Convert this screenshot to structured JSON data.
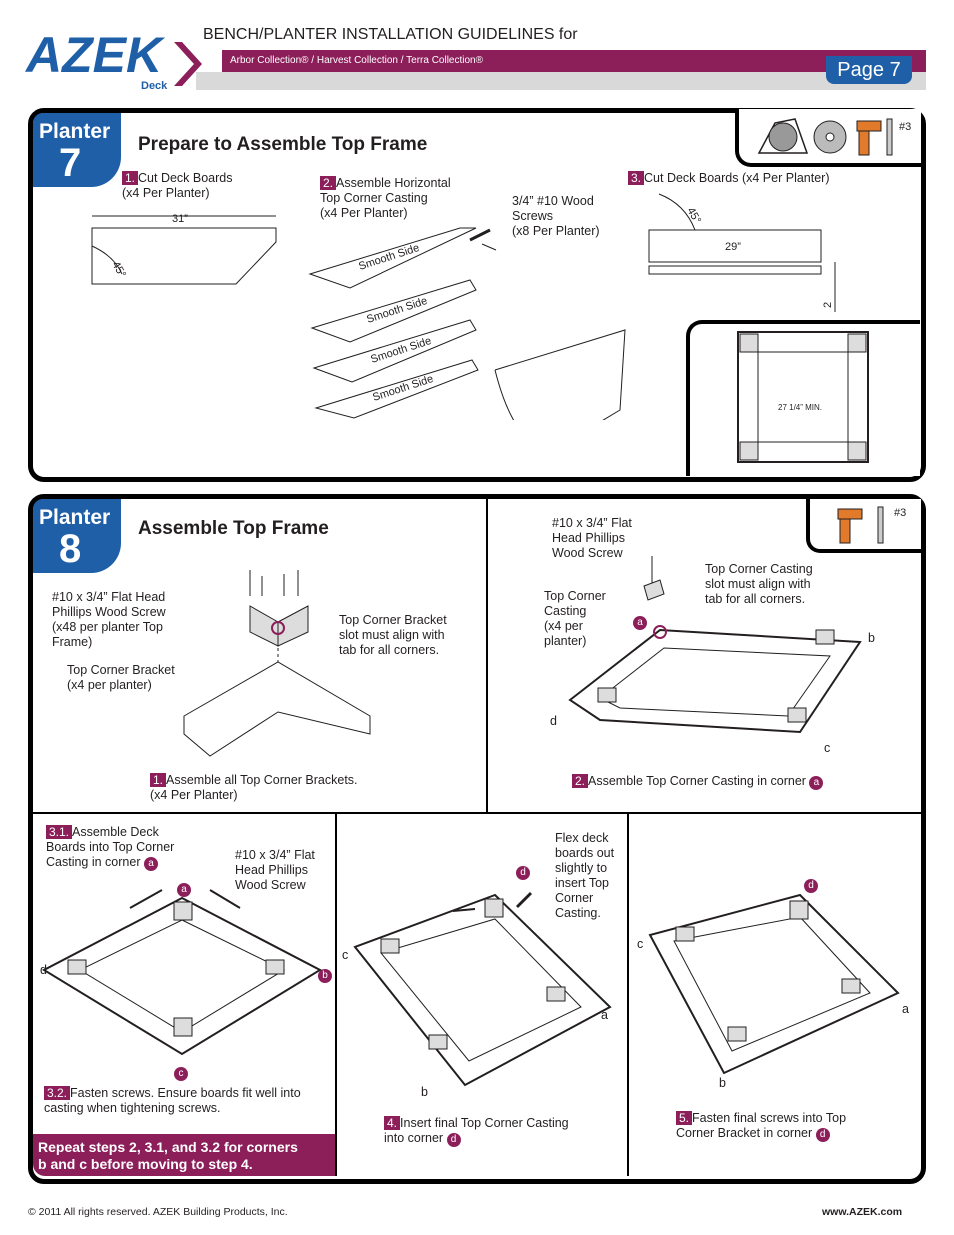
{
  "header": {
    "logo_text": "AZEK",
    "logo_sub": "Deck",
    "title": "BENCH/PLANTER INSTALLATION GUIDELINES for",
    "collections": "Arbor Collection® / Harvest Collection / Terra Collection®",
    "page_label": "Page 7"
  },
  "colors": {
    "brand_blue": "#1f5fa8",
    "accent_purple": "#8c1f5a",
    "bar_grey": "#d9d9d9"
  },
  "section7": {
    "badge_word": "Planter",
    "badge_num": "7",
    "title": "Prepare to Assemble Top Frame",
    "tool_label": "#3",
    "step1_num": "1.",
    "step1_text": "Cut Deck Boards\n(x4 Per Planter)",
    "step1_dim": "31”",
    "angle": "45°",
    "step2_num": "2.",
    "step2_text": "Assemble Horizontal\nTop Corner Casting\n(x4 Per Planter)",
    "screws_text": "3/4” #10 Wood\nScrews\n(x8 Per Planter)",
    "smooth_side": "Smooth Side",
    "step3_num": "3.",
    "step3_text": "Cut Deck Boards (x4 Per Planter)",
    "step3_dim": "29”",
    "step3_thk": "2",
    "frame_dim": "27 1/4” MIN."
  },
  "section8": {
    "badge_word": "Planter",
    "badge_num": "8",
    "title": "Assemble Top Frame",
    "tool_label": "#3",
    "screw_text_a": "#10 x 3/4” Flat Head\nPhillips Wood Screw\n(x48 per planter Top\nFrame)",
    "bracket_text": "Top Corner Bracket\n(x4 per planter)",
    "slot_text": "Top Corner Bracket\nslot must align with\ntab for all corners.",
    "step1_num": "1.",
    "step1_text": "Assemble all Top Corner Brackets.\n(x4 Per Planter)",
    "screw_text_b": "#10 x 3/4” Flat\nHead Phillips\nWood Screw",
    "casting_slot_text": "Top Corner Casting\nslot must align with\ntab for all corners.",
    "casting_text": "Top Corner\nCasting\n(x4 per\nplanter)",
    "step2_num": "2.",
    "step2_text": "Assemble Top Corner Casting in corner",
    "corner_a": "a",
    "corner_b": "b",
    "corner_c": "c",
    "corner_d": "d",
    "step31_num": "3.1.",
    "step31_text": "Assemble Deck\nBoards into Top Corner\nCasting in corner",
    "screw_text_c": "#10 x 3/4” Flat\nHead Phillips\nWood Screw",
    "step32_num": "3.2.",
    "step32_text": "Fasten screws. Ensure boards fit well into\ncasting when tightening screws.",
    "repeat_text": "Repeat steps 2, 3.1, and 3.2 for corners\nb and c before moving to step 4.",
    "flex_text": "Flex deck\nboards out\nslightly to\ninsert Top\nCorner\nCasting.",
    "step4_num": "4.",
    "step4_text": "Insert final Top Corner Casting\ninto corner",
    "step5_num": "5.",
    "step5_text": "Fasten final screws into Top\nCorner Bracket in corner"
  },
  "footer": {
    "copyright": "© 2011  All rights reserved.  AZEK Building Products, Inc.",
    "url": "www.AZEK.com"
  }
}
